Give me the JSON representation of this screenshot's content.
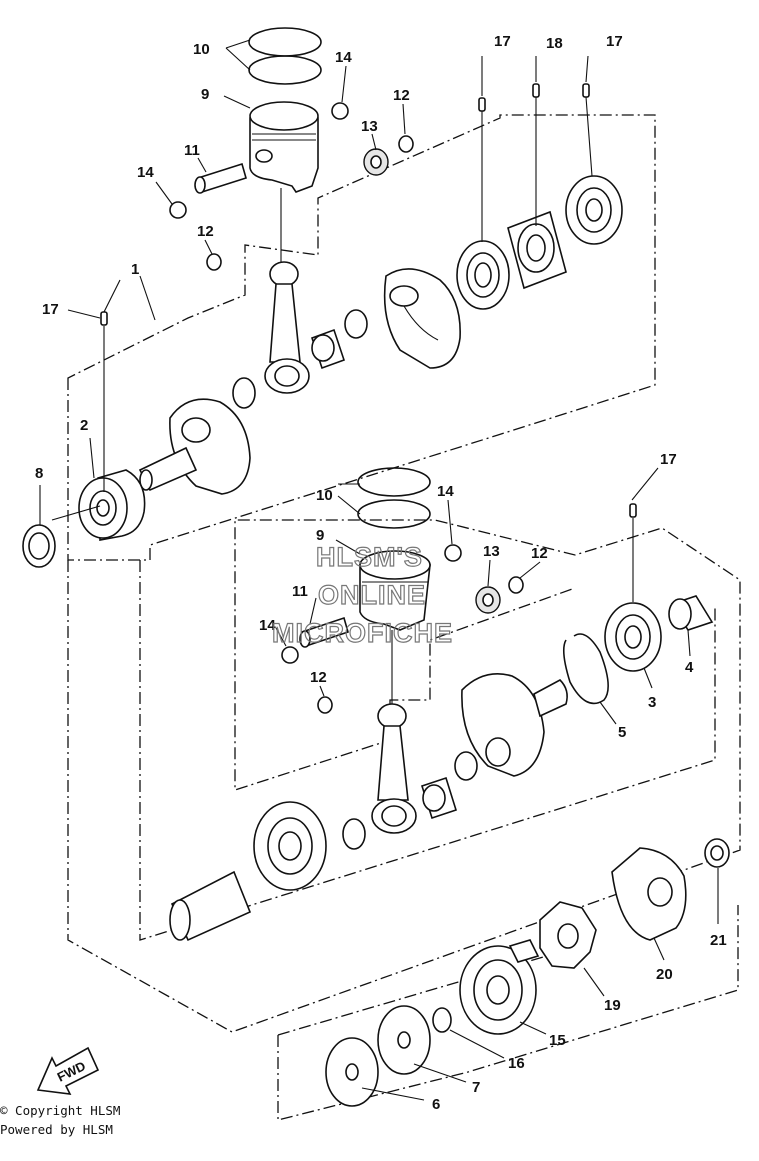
{
  "watermark": {
    "line1": "HLSM'S",
    "line2": "ONLINE",
    "line3": "MICROFICHE"
  },
  "fwd_label": "FWD",
  "footer": {
    "copyright": "© Copyright HLSM",
    "powered": "Powered by HLSM"
  },
  "callouts": {
    "c1": "1",
    "c2": "2",
    "c3": "3",
    "c4": "4",
    "c5": "5",
    "c6": "6",
    "c7": "7",
    "c8": "8",
    "c9a": "9",
    "c9b": "9",
    "c10a": "10",
    "c10b": "10",
    "c11a": "11",
    "c11b": "11",
    "c12a": "12",
    "c12b": "12",
    "c12c": "12",
    "c12d": "12",
    "c13a": "13",
    "c13b": "13",
    "c14a": "14",
    "c14b": "14",
    "c14c": "14",
    "c14d": "14",
    "c15": "15",
    "c16": "16",
    "c17a": "17",
    "c17b": "17",
    "c17c": "17",
    "c17d": "17",
    "c18": "18",
    "c19": "19",
    "c20": "20",
    "c21": "21"
  }
}
